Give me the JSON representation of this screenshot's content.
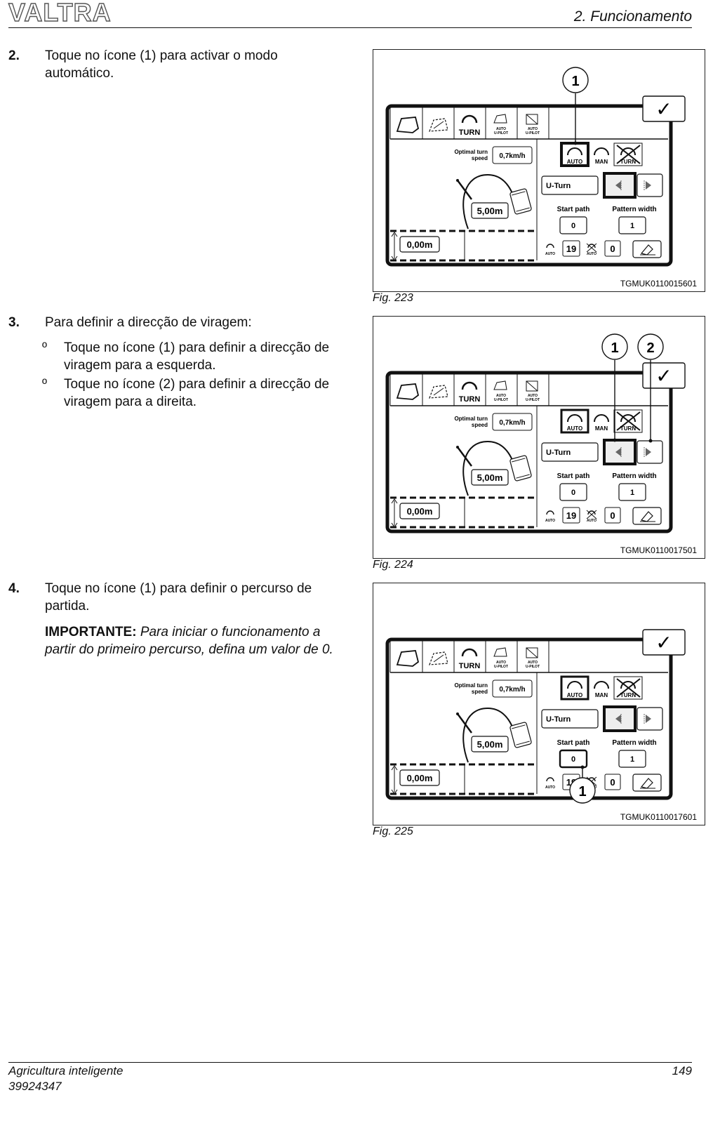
{
  "header": {
    "brand": "VALTRA",
    "section": "2. Funcionamento"
  },
  "steps": [
    {
      "num": "2.",
      "text": "Toque no ícone (1) para activar o modo automático."
    },
    {
      "num": "3.",
      "text": "Para definir a direcção de viragem:",
      "bullets": [
        {
          "mark": "º",
          "text": "Toque no ícone (1) para definir a direcção de viragem para a esquerda."
        },
        {
          "mark": "º",
          "text": "Toque no ícone (2) para definir a direcção de viragem para a direita."
        }
      ]
    },
    {
      "num": "4.",
      "text": "Toque no ícone (1) para definir o percurso de partida.",
      "important_label": "IMPORTANTE:",
      "important_text": "Para iniciar o funcionamento a partir do primeiro percurso, defina um valor de 0."
    }
  ],
  "screen": {
    "turn_label": "TURN",
    "auto_upilot": "AUTO U-PILOT",
    "optimal_turn_speed": "Optimal turn speed",
    "speed_value": "0,7km/h",
    "radius_value": "5,00m",
    "offset_value": "0,00m",
    "auto_label": "AUTO",
    "man_label": "MAN",
    "turn_crossed": "TURN",
    "uturn_label": "U-Turn",
    "start_path_label": "Start path",
    "pattern_width_label": "Pattern width",
    "start_path_value": "0",
    "pattern_width_value": "1",
    "auto_count": "19",
    "auto_off_count": "0",
    "check_symbol": "✓"
  },
  "figures": [
    {
      "caption": "Fig. 223",
      "code": "TGMUK0110015601",
      "callouts": [
        "1"
      ]
    },
    {
      "caption": "Fig. 224",
      "code": "TGMUK0110017501",
      "callouts": [
        "1",
        "2"
      ]
    },
    {
      "caption": "Fig. 225",
      "code": "TGMUK0110017601",
      "callouts": [
        "1"
      ]
    }
  ],
  "footer": {
    "title": "Agricultura inteligente",
    "doc_number": "39924347",
    "page": "149"
  }
}
